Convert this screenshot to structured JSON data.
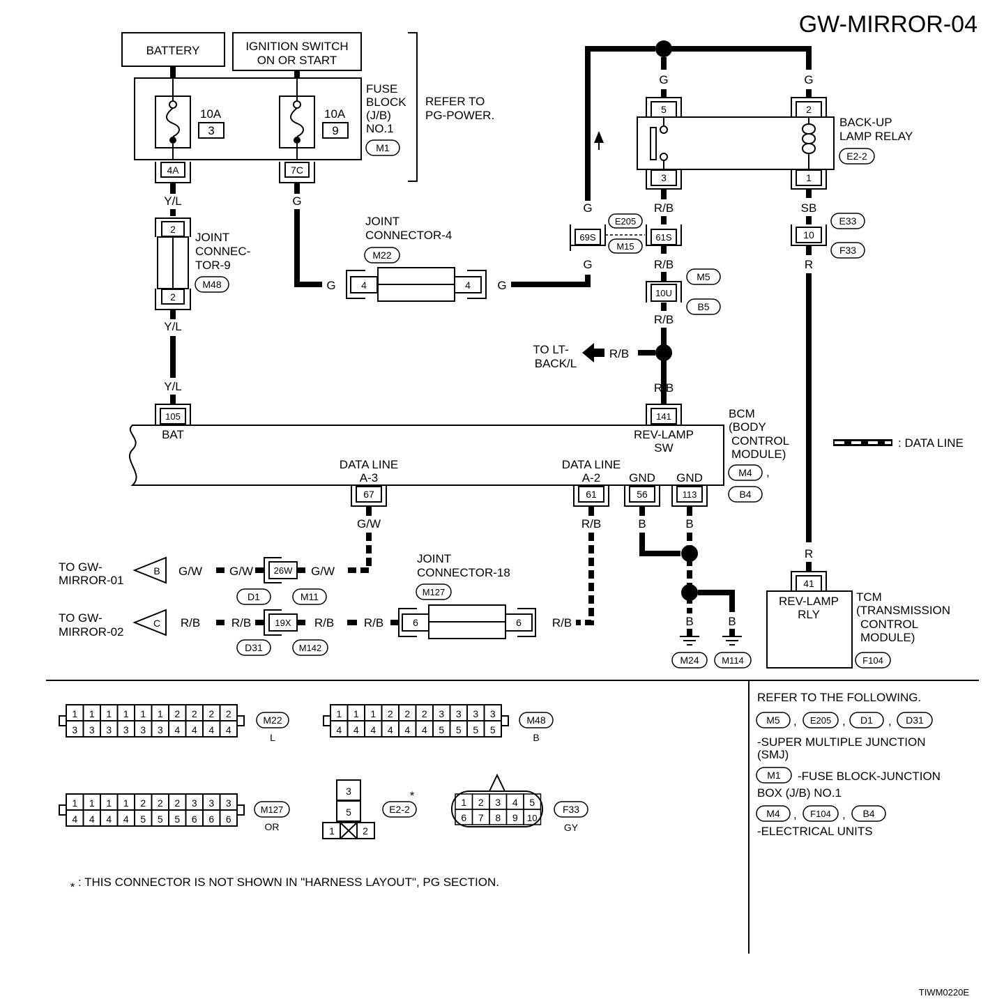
{
  "title": "GW-MIRROR-04",
  "footer_code": "TIWM0220E",
  "power": {
    "battery": "BATTERY",
    "ignition_line1": "IGNITION SWITCH",
    "ignition_line2": "ON OR START",
    "fuse_block_lines": [
      "FUSE",
      "BLOCK",
      "(J/B)",
      "NO.1"
    ],
    "fuse_block_id": "M1",
    "refer_line1": "REFER TO",
    "refer_line2": "PG-POWER.",
    "fuse1": {
      "amps": "10A",
      "num": "3",
      "term": "4A"
    },
    "fuse2": {
      "amps": "10A",
      "num": "9",
      "term": "7C"
    }
  },
  "joint9": {
    "lines": [
      "JOINT",
      "CONNEC-",
      "TOR-9"
    ],
    "id": "M48",
    "pin_top": "2",
    "pin_bottom": "2"
  },
  "joint4": {
    "lines": [
      "JOINT",
      "CONNECTOR-4"
    ],
    "id": "M22",
    "pin_left": "4",
    "pin_right": "4"
  },
  "joint18": {
    "lines": [
      "JOINT",
      "CONNECTOR-18"
    ],
    "id": "M127",
    "pin_left": "6",
    "pin_right": "6"
  },
  "relay": {
    "lines": [
      "BACK-UP",
      "LAMP RELAY"
    ],
    "id": "E2-2",
    "pins": {
      "p5": "5",
      "p3": "3",
      "p2": "2",
      "p1": "1"
    }
  },
  "connectors": {
    "c69s": "69S",
    "c61s": "61S",
    "e205": "E205",
    "m15": "M15",
    "c10": "10",
    "e33": "E33",
    "f33": "F33",
    "c10u": "10U",
    "m5": "M5",
    "b5": "B5",
    "c26w": "26W",
    "d1": "D1",
    "m11": "M11",
    "c19x": "19X",
    "d31": "D31",
    "m142": "M142"
  },
  "wires": {
    "yl": "Y/L",
    "g": "G",
    "rb": "R/B",
    "sb": "SB",
    "r": "R",
    "gw": "G/W",
    "b": "B"
  },
  "to_lt_back": [
    "TO LT-",
    "BACK/L"
  ],
  "bcm": {
    "lines": [
      "BCM",
      "(BODY",
      "CONTROL",
      "MODULE)"
    ],
    "ids": [
      "M4",
      "B4"
    ],
    "bat_pin": "105",
    "bat_label": "BAT",
    "rev_pin": "141",
    "rev_label1": "REV-LAMP",
    "rev_label2": "SW",
    "dl3_label1": "DATA LINE",
    "dl3_label2": "A-3",
    "dl3_pin": "67",
    "dl2_label1": "DATA LINE",
    "dl2_label2": "A-2",
    "dl2_pin": "61",
    "gnd1_label": "GND",
    "gnd1_pin": "56",
    "gnd2_label": "GND",
    "gnd2_pin": "113"
  },
  "data_line_legend": ": DATA LINE",
  "to_gw01": {
    "lines": [
      "TO GW-",
      "MIRROR-01"
    ],
    "letter": "B"
  },
  "to_gw02": {
    "lines": [
      "TO GW-",
      "MIRROR-02"
    ],
    "letter": "C"
  },
  "grounds": [
    "M24",
    "M114"
  ],
  "tcm": {
    "lines": [
      "TCM",
      "(TRANSMISSION",
      "CONTROL",
      "MODULE)"
    ],
    "id": "F104",
    "pin": "41",
    "inner1": "REV-LAMP",
    "inner2": "RLY"
  },
  "connector_views": {
    "m22": {
      "id": "M22",
      "color": "L",
      "top": [
        "1",
        "1",
        "1",
        "1",
        "1",
        "1",
        "2",
        "2",
        "2",
        "2"
      ],
      "bottom": [
        "3",
        "3",
        "3",
        "3",
        "3",
        "3",
        "4",
        "4",
        "4",
        "4"
      ]
    },
    "m48": {
      "id": "M48",
      "color": "B",
      "top": [
        "1",
        "1",
        "1",
        "2",
        "2",
        "2",
        "3",
        "3",
        "3",
        "3"
      ],
      "bottom": [
        "4",
        "4",
        "4",
        "4",
        "4",
        "4",
        "5",
        "5",
        "5",
        "5"
      ]
    },
    "m127": {
      "id": "M127",
      "color": "OR",
      "top": [
        "1",
        "1",
        "1",
        "1",
        "2",
        "2",
        "2",
        "3",
        "3",
        "3"
      ],
      "bottom": [
        "4",
        "4",
        "4",
        "4",
        "5",
        "5",
        "5",
        "6",
        "6",
        "6"
      ]
    },
    "e22": {
      "id": "E2-2",
      "cells": [
        "3",
        "5",
        "1",
        "2"
      ],
      "star": "*"
    },
    "f33": {
      "id": "F33",
      "color": "GY",
      "top": [
        "1",
        "2",
        "3",
        "4",
        "5"
      ],
      "bottom": [
        "6",
        "7",
        "8",
        "9",
        "10"
      ]
    }
  },
  "footnote": {
    "star": "*",
    "text": ": THIS CONNECTOR IS NOT SHOWN IN \"HARNESS LAYOUT\", PG SECTION."
  },
  "refer": {
    "heading": "REFER TO THE FOLLOWING.",
    "group1_ids": [
      "M5",
      "E205",
      "D1",
      "D31"
    ],
    "group1_text1": "-SUPER MULTIPLE JUNCTION",
    "group1_text2": "(SMJ)",
    "group2_id": "M1",
    "group2_text1": "-FUSE BLOCK-JUNCTION",
    "group2_text2": "BOX (J/B) NO.1",
    "group3_ids": [
      "M4",
      "F104",
      "B4"
    ],
    "group3_text": "-ELECTRICAL UNITS"
  }
}
